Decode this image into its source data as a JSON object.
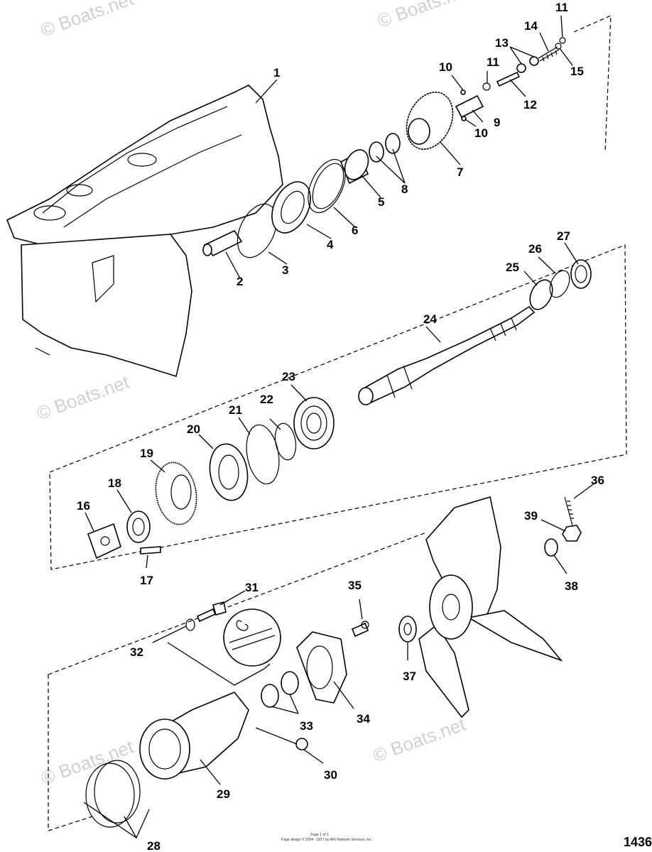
{
  "watermark": "© Boats.net",
  "page_number": "1436",
  "footer": {
    "line1": "Page 1 of 1",
    "line2": "Page design © 2004 - 2017 by ARI Network Services, Inc."
  },
  "callouts": {
    "c1": "1",
    "c2": "2",
    "c3": "3",
    "c4": "4",
    "c5": "5",
    "c6": "6",
    "c7": "7",
    "c8": "8",
    "c9": "9",
    "c10a": "10",
    "c10b": "10",
    "c11a": "11",
    "c11b": "11",
    "c12": "12",
    "c13": "13",
    "c14": "14",
    "c15": "15",
    "c16": "16",
    "c17": "17",
    "c18": "18",
    "c19": "19",
    "c20": "20",
    "c21": "21",
    "c22": "22",
    "c23": "23",
    "c24": "24",
    "c25": "25",
    "c26": "26",
    "c27": "27",
    "c28": "28",
    "c29": "29",
    "c30": "30",
    "c31": "31",
    "c32": "32",
    "c33": "33",
    "c34": "34",
    "c35": "35",
    "c36": "36",
    "c37": "37",
    "c38": "38",
    "c39": "39"
  }
}
